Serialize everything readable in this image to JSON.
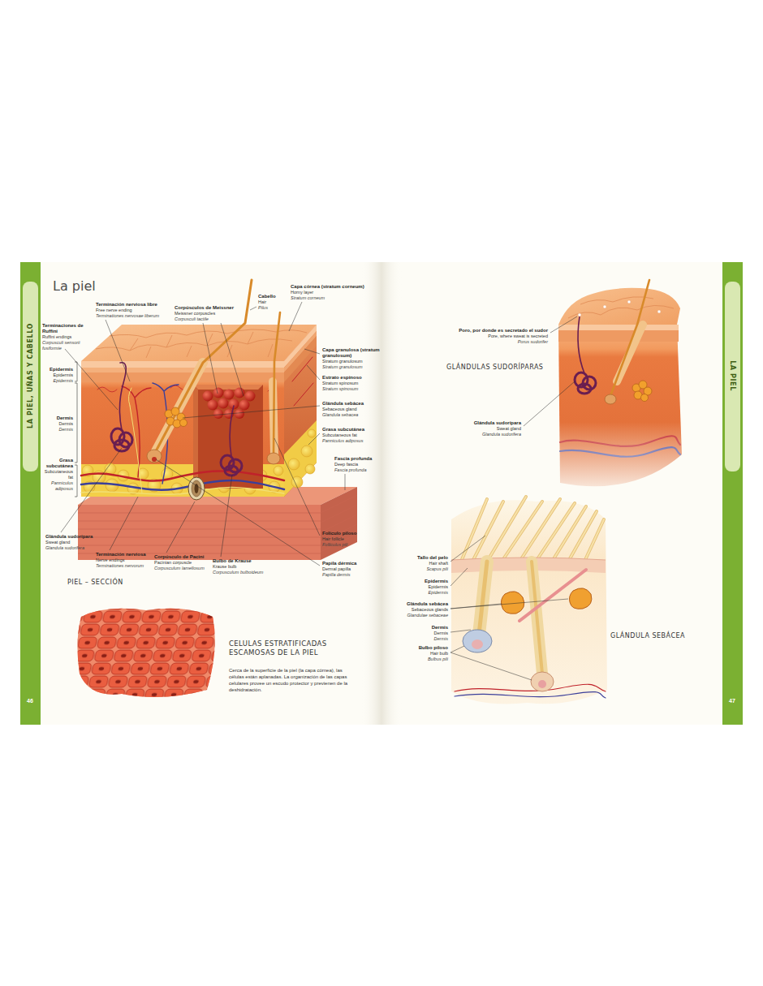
{
  "diagram": {
    "title": "La piel",
    "labels": [
      "LA PIEL, UÑAS Y CABELLO",
      "Terminación nerviosa libre",
      "Free nerve ending",
      "Terminationes nervosae liberum",
      "Terminaciones de Ruffini",
      "Ruffini endings",
      "Corpusculi sensorii fusiformie",
      "Epidermis",
      "Epidermis",
      "Epidermis",
      "Dermis",
      "Dermis",
      "Dermis",
      "Grasa subcutánea",
      "Subcutaneous fat",
      "Panniculus adiposus",
      "Corpúsculos de Meissner",
      "Meissner corpuscles",
      "Corpusculi tactile",
      "Cabello",
      "Hair",
      "Pilus",
      "Capa córnea (stratum corneum)",
      "Horny layer",
      "Stratum corneum",
      "Capa granulosa (stratum granulosum)",
      "Stratum granulosum",
      "Stratum granulosum",
      "Estrato espinoso",
      "Stratum spinosum",
      "Stratum spinosum",
      "Glándula sebácea",
      "Sebaceous gland",
      "Glandula sebacea",
      "Grasa subcutánea",
      "Subcutaneous fat",
      "Panniculus adiposus",
      "Fascia profunda",
      "Deep fascia",
      "Fascia profunda",
      "Folículo piloso",
      "Hair follicle",
      "Folliculus pili",
      "Papila dérmica",
      "Dermal papilla",
      "Papilla dermis",
      "Bulbo de Krause",
      "Krause bulb",
      "Corpusculum bulboideum",
      "Corpúsculo de Pacini",
      "Pacinian corpuscle",
      "Corpusculum lamellosum",
      "Terminación nerviosa",
      "Nerve endings",
      "Terminationes nervorum",
      "Glándula sudorípara",
      "Sweat gland",
      "Glandula sudorifera",
      "PIEL – SECCIÓN",
      "CELULAS ESTRATIFICADAS ESCAMOSAS DE LA PIEL",
      "Cerca de la superficie de la piel (la capa córnea), las células están aplanadas. La organización de las capas celulares provee un escudo protector y previenen de la deshidratación.",
      "46",
      "LA PIEL",
      "Poro, por donde es secretado el sudor",
      "Pore, where sweat is secreted",
      "Porus sudorifer",
      "GLÁNDULAS SUDORÍPARAS",
      "Glándula sudorípara",
      "Sweat gland",
      "Glandula sudorifera",
      "Tallo del pelo",
      "Hair shaft",
      "Scapus pili",
      "Epidermis",
      "Epidermis",
      "Epidermis",
      "Glándula sebácea",
      "Sebaceous glands",
      "Glandulae sebaceae",
      "Dermis",
      "Dermis",
      "Dermis",
      "Bulbo piloso",
      "Hair bulb",
      "Bulbus pili",
      "GLÁNDULA SEBÁCEA",
      "47"
    ]
  }
}
